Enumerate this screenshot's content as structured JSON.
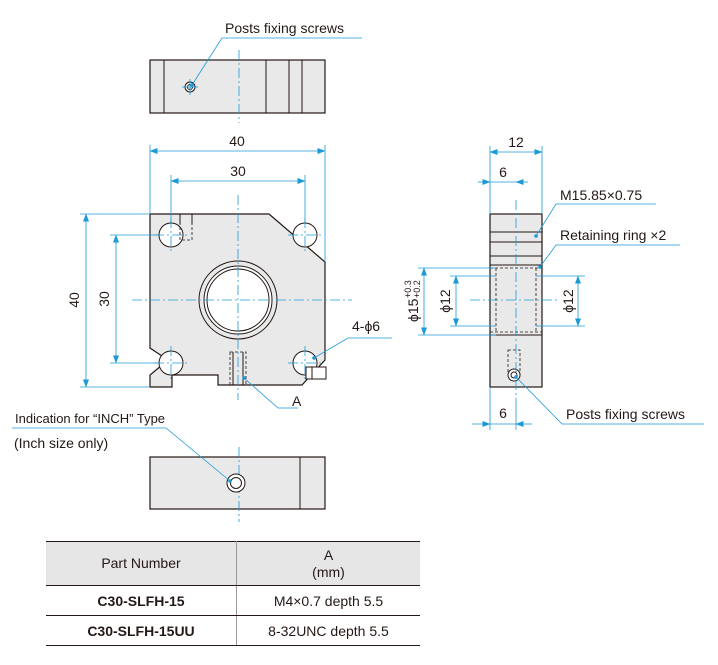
{
  "labels": {
    "posts_fixing_screws_top": "Posts fixing screws",
    "dim_width_40": "40",
    "dim_hole_pitch_30_h": "30",
    "dim_height_40": "40",
    "dim_hole_pitch_30_v": "30",
    "thru_holes": "4-ϕ6",
    "tap_callout": "A",
    "dim_thickness_12": "12",
    "dim_half_6": "6",
    "thread": "M15.85×0.75",
    "retaining_ring": "Retaining ring ×2",
    "bore_15": "ϕ15",
    "bore_15_tol_upper": "+0.3",
    "bore_15_tol_lower": "+0.2",
    "bore_12_left": "ϕ12",
    "bore_12_right": "ϕ12",
    "dim_screw_offset_6": "6",
    "posts_fixing_screws_side": "Posts fixing screws",
    "inch_indication": "Indication for “INCH” Type",
    "inch_size_only": "(Inch size only)"
  },
  "table": {
    "header_part": "Part Number",
    "header_a_line1": "A",
    "header_a_line2": "(mm)",
    "rows": [
      {
        "part": "C30-SLFH-15",
        "a": "M4×0.7 depth 5.5"
      },
      {
        "part": "C30-SLFH-15UU",
        "a": "8-32UNC depth 5.5"
      }
    ]
  },
  "colors": {
    "dimension_line": "#1b9ad6",
    "part_fill": "#e9e9e9",
    "outline": "#231815"
  }
}
